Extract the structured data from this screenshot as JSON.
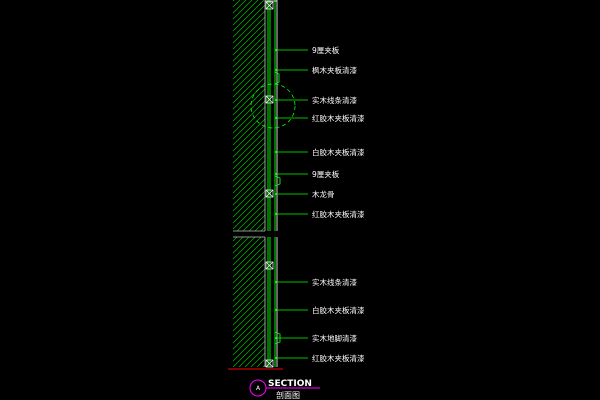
{
  "drawing": {
    "background": "#000000",
    "colors": {
      "hatch": "#00c000",
      "panel_line": "#00ff00",
      "leader": "#00ff00",
      "text": "#ffffff",
      "outline": "#c0c0c0",
      "section_circle": "#ff00ff",
      "ground_line": "#ff0000",
      "detail_circle": "#00ff00"
    },
    "annotations": [
      {
        "text": "9厘夹板"
      },
      {
        "text": "枫木夹板清漆"
      },
      {
        "text": "实木线条清漆"
      },
      {
        "text": "红胶木夹板清漆"
      },
      {
        "text": "白胶木夹板清漆"
      },
      {
        "text": "9厘夹板"
      },
      {
        "text": "木龙骨"
      },
      {
        "text": "红胶木夹板清漆"
      },
      {
        "text": "实木线条清漆"
      },
      {
        "text": "白胶木夹板清漆"
      },
      {
        "text": "实木地脚清漆"
      },
      {
        "text": "红胶木夹板清漆"
      }
    ],
    "section": {
      "marker": "A",
      "title": "SECTION",
      "subtitle": "剖面图"
    }
  }
}
